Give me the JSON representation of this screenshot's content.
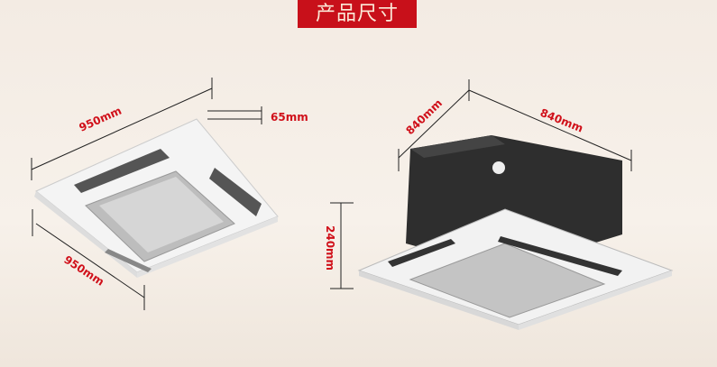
{
  "title": "产品尺寸",
  "dimensions": {
    "left_width": "950mm",
    "left_depth": "950mm",
    "panel_thickness": "65mm",
    "right_width": "840mm",
    "right_depth": "840mm",
    "body_height": "240mm"
  },
  "colors": {
    "banner": "#c8101a",
    "dimension_text": "#d0101a"
  }
}
